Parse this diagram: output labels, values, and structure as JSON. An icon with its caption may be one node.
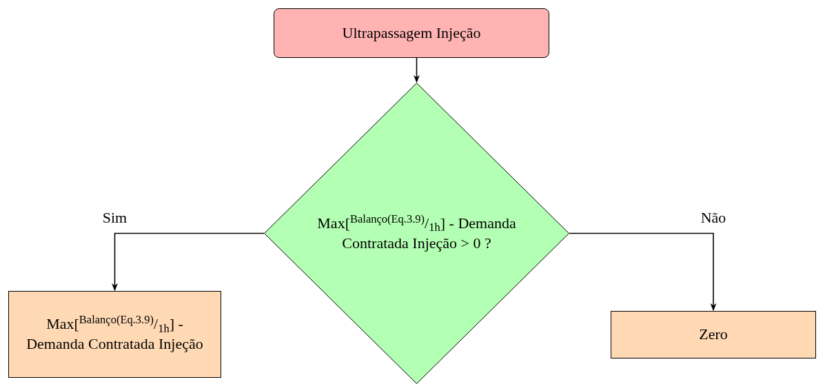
{
  "diagram": {
    "nodes": [
      {
        "text": [
          "Ultrapassagem Injeção"
        ]
      },
      {
        "text": [
          "Max[$^{Balanço(Eq.3.9)}$/$_{1h}$] - Demanda Contratada Injeção > 0 ?"
        ]
      },
      {
        "text": [
          "Max[$^{Balanço(Eq.3.9)}$/$_{1h}$] - Demanda Contratada Injeção"
        ]
      },
      {
        "text": [
          "Zero"
        ]
      }
    ],
    "edges": [
      {
        "from": 0,
        "to": 1,
        "arrow": "to"
      },
      {
        "from": 1,
        "to": 2,
        "arrow": "to",
        "label": "Sim"
      },
      {
        "from": 1,
        "to": 3,
        "arrow": "to",
        "label": "Não"
      }
    ]
  }
}
